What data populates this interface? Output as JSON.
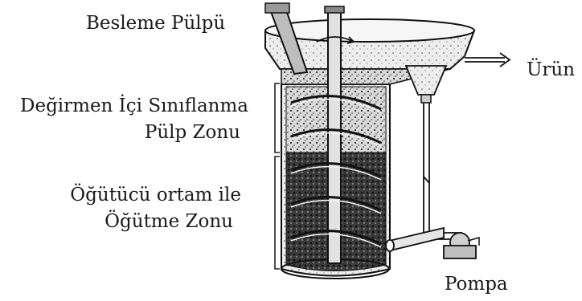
{
  "labels": {
    "feed": "Besleme Pülpü",
    "product": "Ürün",
    "classification_line1": "Değirmen İçi Sınıflanma",
    "classification_line2": "Pülp Zonu",
    "grinding_line1": "Öğütücü ortam ile",
    "grinding_line2": "Öğütme Zonu",
    "pump": "Pompa"
  }
}
